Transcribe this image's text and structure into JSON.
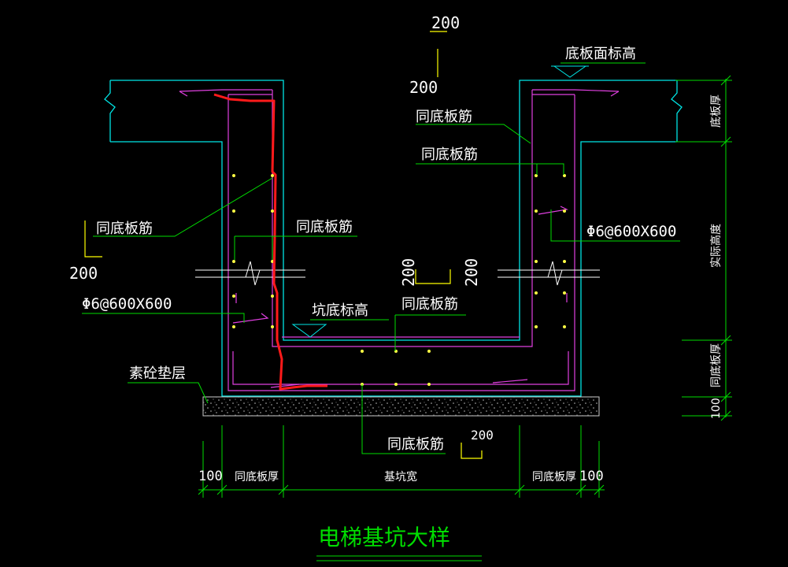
{
  "drawing": {
    "title": "电梯基坑大样",
    "colors": {
      "background": "#000000",
      "outline": "#00e5e5",
      "rebar": "#e040e0",
      "leader": "#00dd00",
      "text": "#ffffff",
      "dimension": "#ffff00",
      "highlight": "#ff0000",
      "bedding": "#b0b0b0"
    }
  },
  "labels": {
    "slab_top_elevation": "底板面标高",
    "same_bar_1": "同底板筋",
    "same_bar_2": "同底板筋",
    "same_bar_3": "同底板筋",
    "same_bar_4": "同底板筋",
    "same_bar_5": "同底板筋",
    "same_bar_6": "同底板筋",
    "stirrup_right": "Φ6@600X600",
    "stirrup_left": "Φ6@600X600",
    "pit_bottom_elevation": "坑底标高",
    "plain_concrete_cushion": "素砼垫层"
  },
  "dimensions": {
    "hook_top_a": "200",
    "hook_top_b": "200",
    "hook_left": "200",
    "hook_mid_a": "200",
    "hook_mid_b": "200",
    "hook_bottom": "200",
    "slab_thickness": "底板厚",
    "actual_height": "实际高度",
    "same_slab_thickness_v": "同底板厚",
    "cushion_100_v": "100",
    "cushion_100_left": "100",
    "same_slab_thickness_left": "同底板厚",
    "pit_width": "基坑宽",
    "same_slab_thickness_right": "同底板厚",
    "cushion_100_right": "100"
  }
}
